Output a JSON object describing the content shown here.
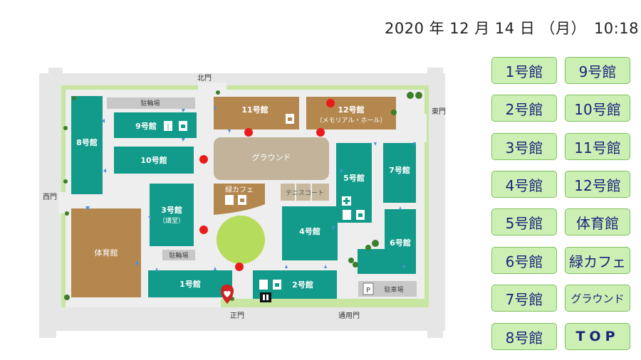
{
  "datetime": "2020 年 12 月 14 日 （月）　10:18",
  "map": {
    "gates": {
      "north": "北門",
      "east": "東門",
      "west": "西門",
      "main": "正門",
      "commute": "通用門"
    },
    "buildings": {
      "b1": "1号館",
      "b2": "2号館",
      "b3": "3号館",
      "b3_note": "（講堂）",
      "b4": "4号館",
      "b5": "5号館",
      "b6": "6号館",
      "b7": "7号館",
      "b8": "8号館",
      "b9": "9号館",
      "b10": "10号館",
      "b11": "11号館",
      "b12": "12号館",
      "b12_note": "（メモリアル・ホール）",
      "gym": "体育館",
      "ground": "グラウンド",
      "cafe": "緑カフェ",
      "tennis": "テニスコート"
    },
    "labels": {
      "bike_parking": "駐輪場",
      "car_parking": "駐車場",
      "parking_sign": "P"
    },
    "current_location_icon": "heart-pin-icon",
    "colors": {
      "building": "#129a8a",
      "gym": "#b4874f",
      "ground": "#c2b39a",
      "road": "#e6e6e6",
      "lawn": "#c8e6a0",
      "marker": "#ea1b1b",
      "arrow": "#4a90e2"
    }
  },
  "nav": {
    "left": [
      "1号館",
      "2号館",
      "3号館",
      "4号館",
      "5号館",
      "6号館",
      "7号館",
      "8号館"
    ],
    "right": [
      "9号館",
      "10号館",
      "11号館",
      "12号館",
      "体育館",
      "緑カフェ",
      "グラウンド",
      "TOP"
    ]
  }
}
